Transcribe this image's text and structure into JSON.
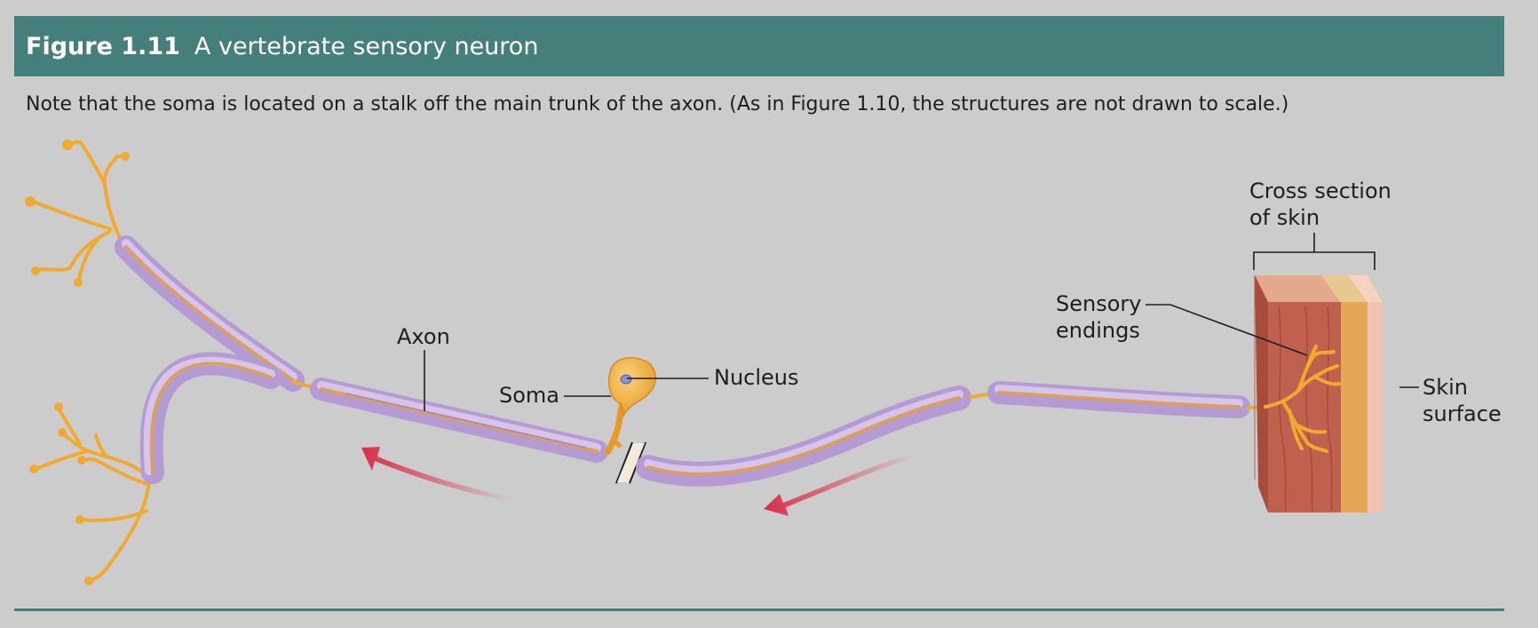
{
  "figure": {
    "number": "Figure 1.11",
    "title": "A vertebrate sensory neuron",
    "caption": "Note that the soma is located on a stalk off the main trunk of the axon. (As in Figure 1.10, the structures are not drawn to scale.)"
  },
  "labels": {
    "axon": "Axon",
    "soma": "Soma",
    "nucleus": "Nucleus",
    "sensory_endings": [
      "Sensory",
      "endings"
    ],
    "cross_section": [
      "Cross section",
      "of skin"
    ],
    "skin_surface": [
      "Skin",
      "surface"
    ]
  },
  "colors": {
    "banner": "#457f7c",
    "myelin": "#b49bd3",
    "dendrite": "#f2a930",
    "arrow": "#d92f48",
    "skin_dermis": "#c0604f",
    "skin_epidermis": "#e4a757",
    "skin_surface": "#f2c3b0"
  }
}
